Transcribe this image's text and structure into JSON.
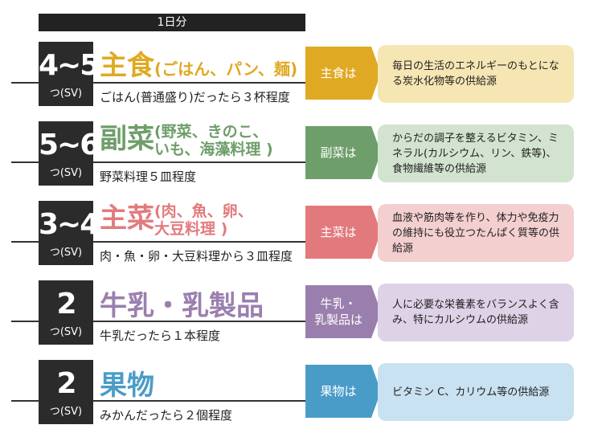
{
  "header": {
    "label": "1日分"
  },
  "rows": [
    {
      "count": "4~5",
      "unit": "つ(SV)",
      "title_main": "主食",
      "title_paren": "(ごはん、パン、麺)",
      "example": "ごはん(普通盛り)だったら３杯程度",
      "role": "主食は",
      "desc": "毎日の生活のエネルギーのもとになる炭水化物等の供給源",
      "color": "#e0a924",
      "desc_bg": "#f6e6b3"
    },
    {
      "count": "5~6",
      "unit": "つ(SV)",
      "title_main": "副菜",
      "title_paren_1": "(野菜、きのこ、",
      "title_paren_2": "いも、海藻料理 )",
      "example": "野菜料理５皿程度",
      "role": "副菜は",
      "desc": "からだの調子を整えるビタミン、ミネラル(カルシウム、リン、鉄等)、食物繊維等の供給源",
      "color": "#6e9e6a",
      "desc_bg": "#d2e4cf"
    },
    {
      "count": "3~4",
      "unit": "つ(SV)",
      "title_main": "主菜",
      "title_paren_1": "(肉、魚、卵、",
      "title_paren_2": "大豆料理 )",
      "example": "肉・魚・卵・大豆料理から３皿程度",
      "role": "主菜は",
      "desc": "血液や筋肉等を作り、体力や免疫力の維持にも役立つたんぱく質等の供給源",
      "color": "#e27a7d",
      "desc_bg": "#f4cfd0"
    },
    {
      "count": "2",
      "unit": "つ(SV)",
      "title_main": "牛乳・乳製品",
      "example": "牛乳だったら１本程度",
      "role_1": "牛乳・",
      "role_2": "乳製品は",
      "desc": "人に必要な栄養素をバランスよく含み、特にカルシウムの供給源",
      "color": "#9a7fae",
      "desc_bg": "#ddd2e6"
    },
    {
      "count": "2",
      "unit": "つ(SV)",
      "title_main": "果物",
      "example": "みかんだったら２個程度",
      "role": "果物は",
      "desc": "ビタミン C、カリウム等の供給源",
      "color": "#4a9cc8",
      "desc_bg": "#c9e2f1"
    }
  ]
}
